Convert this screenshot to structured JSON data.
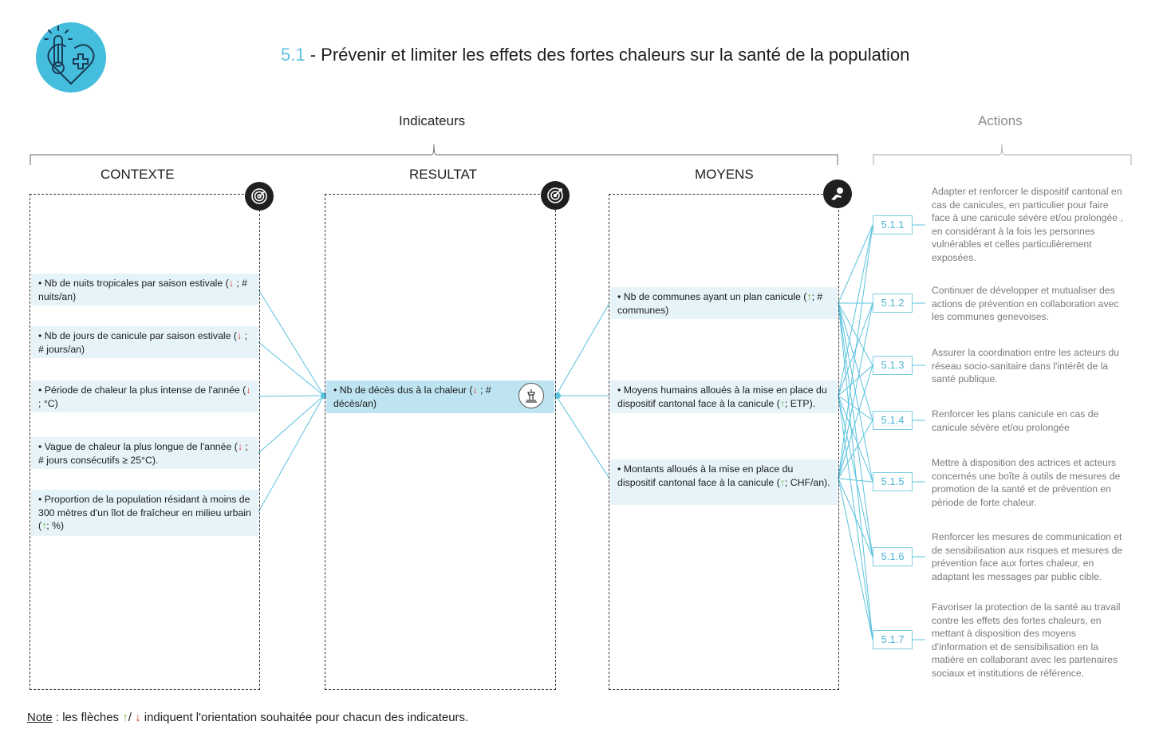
{
  "title": {
    "number": "5.1",
    "text": " - Prévenir et limiter les effets des fortes chaleurs sur la santé de la population"
  },
  "headers": {
    "indicateurs": "Indicateurs",
    "actions": "Actions",
    "contexte": "CONTEXTE",
    "resultat": "RESULTAT",
    "moyens": "MOYENS"
  },
  "icons": {
    "logo": "heart-thermometer-icon",
    "contexte": "radar-icon",
    "resultat": "target-icon",
    "moyens": "hand-coin-icon",
    "resultat_item": "monument-icon"
  },
  "colors": {
    "accent": "#5bc3de",
    "down_arrow": "#e03027",
    "up_arrow": "#6fb443",
    "indicator_bg": "#e6f4f9",
    "result_bg": "#bde4f0"
  },
  "contexte": [
    {
      "text": "• Nb de nuits tropicales par saison estivale (",
      "arrow": "↓",
      "dir": "down",
      "rest": " ; # nuits/an)"
    },
    {
      "text": "• Nb de jours de canicule par saison estivale (",
      "arrow": "↓",
      "dir": "down",
      "rest": " ; # jours/an)"
    },
    {
      "text": "• Période de chaleur la plus intense de l'année (",
      "arrow": "↓",
      "dir": "down",
      "rest": " ; °C)"
    },
    {
      "text": "• Vague de chaleur la plus longue de l'année (",
      "arrow": "↓",
      "dir": "down",
      "rest": " ; # jours consécutifs ≥ 25°C)."
    },
    {
      "text": "• Proportion de la population résidant à moins de 300 mètres d'un îlot de fraîcheur en milieu urbain (",
      "arrow": "↑",
      "dir": "up",
      "rest": "; %)"
    }
  ],
  "resultat": [
    {
      "text": "• Nb de décès dus à la chaleur (",
      "arrow": "↓",
      "dir": "down",
      "rest": " ; # décès/an)"
    }
  ],
  "moyens": [
    {
      "text": "• Nb de communes ayant un plan canicule (",
      "arrow": "↑",
      "dir": "up",
      "rest": "; # communes)"
    },
    {
      "text": "• Moyens humains alloués à la mise en place du dispositif cantonal face à la canicule (",
      "arrow": "↑",
      "dir": "up",
      "rest": "; ETP)."
    },
    {
      "text": "• Montants alloués à la mise en place du dispositif cantonal face à la canicule (",
      "arrow": "↑",
      "dir": "up",
      "rest": "; CHF/an)."
    }
  ],
  "actions": [
    {
      "code": "5.1.1",
      "text": "Adapter et renforcer le dispositif cantonal en cas de canicules, en particulier pour faire face à une canicule sévère et/ou prolongée , en considérant à la fois les personnes vulnérables et celles particulièrement exposées."
    },
    {
      "code": "5.1.2",
      "text": "Continuer de développer et mutualiser des actions de prévention en collaboration avec les communes genevoises."
    },
    {
      "code": "5.1.3",
      "text": "Assurer la coordination entre les acteurs du réseau socio-sanitaire dans l'intérêt de la santé publique."
    },
    {
      "code": "5.1.4",
      "text": "Renforcer les plans canicule en cas de canicule sévère et/ou prolongée"
    },
    {
      "code": "5.1.5",
      "text": "Mettre à disposition des actrices et acteurs concernés une boîte à outils de mesures de promotion de la santé et de prévention en période de forte chaleur."
    },
    {
      "code": "5.1.6",
      "text": "Renforcer les mesures de communication et de sensibilisation aux risques et mesures de prévention face aux fortes chaleur, en adaptant les messages par public cible."
    },
    {
      "code": "5.1.7",
      "text": "Favoriser la protection de la santé au travail contre les effets des fortes chaleurs, en mettant à disposition des moyens d'information et de sensibilisation en la matière en collaborant avec les partenaires sociaux et institutions de référence."
    }
  ],
  "note": {
    "label": "Note",
    "text1": " : les flèches ",
    "up": "↑",
    "sep": "/ ",
    "down": "↓",
    "text2": " indiquent l'orientation souhaitée pour chacun des indicateurs."
  }
}
